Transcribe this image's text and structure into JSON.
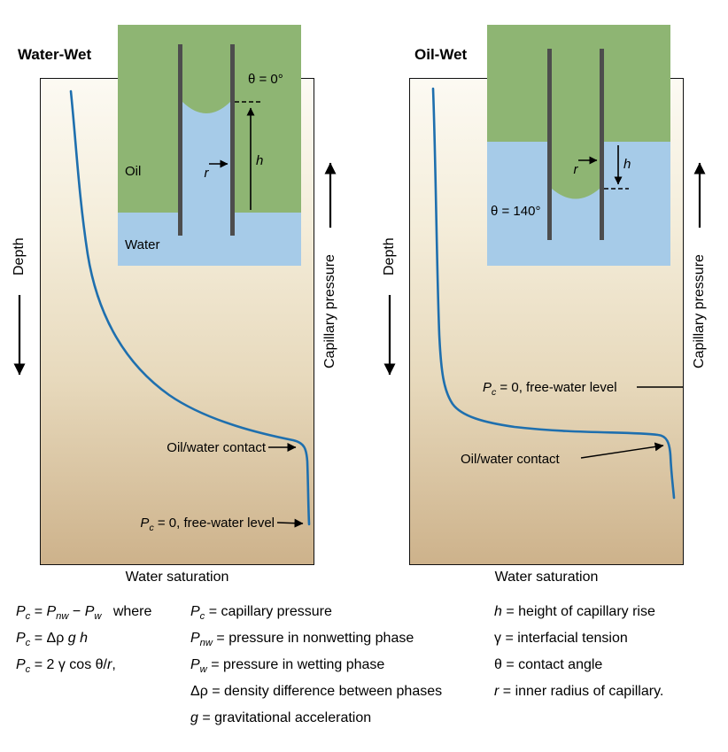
{
  "colors": {
    "oil_green": "#8eb573",
    "water_blue": "#a6cbe8",
    "curve_blue": "#1e6fae",
    "sand_top": "#fcfaf3",
    "sand_mid": "#e7d9bc",
    "sand_bottom": "#cdb28b",
    "tube_gray": "#4d4d4d",
    "ink": "#000000"
  },
  "left_panel": {
    "title": "Water-Wet",
    "depth_axis_label": "Depth",
    "pressure_axis_label": "Capillary pressure",
    "x_axis_label": "Water saturation",
    "owc_label": "Oil/water contact",
    "fwl_label": [
      {
        "t": "P",
        "i": true
      },
      {
        "t": "c",
        "i": true,
        "sub": true
      },
      {
        "t": " = 0, free-water level"
      }
    ],
    "inset": {
      "oil_label": "Oil",
      "water_label": "Water",
      "theta_label": "θ = 0°",
      "r_label": "r",
      "h_label": "h"
    }
  },
  "right_panel": {
    "title": "Oil-Wet",
    "depth_axis_label": "Depth",
    "pressure_axis_label": "Capillary pressure",
    "x_axis_label": "Water saturation",
    "owc_label": "Oil/water contact",
    "fwl_label": [
      {
        "t": "P",
        "i": true
      },
      {
        "t": "c",
        "i": true,
        "sub": true
      },
      {
        "t": " = 0, free-water level"
      }
    ],
    "inset": {
      "theta_label": "θ = 140°",
      "r_label": "r",
      "h_label": "h"
    }
  },
  "equations": {
    "e1": [
      {
        "t": "P",
        "i": true
      },
      {
        "t": "c",
        "i": true,
        "sub": true
      },
      {
        "t": " = "
      },
      {
        "t": "P",
        "i": true
      },
      {
        "t": "nw",
        "i": true,
        "sub": true
      },
      {
        "t": " − "
      },
      {
        "t": "P",
        "i": true
      },
      {
        "t": "w",
        "i": true,
        "sub": true
      },
      {
        "t": "   where"
      }
    ],
    "e2": [
      {
        "t": "P",
        "i": true
      },
      {
        "t": "c",
        "i": true,
        "sub": true
      },
      {
        "t": " = Δρ "
      },
      {
        "t": "g h",
        "i": true
      }
    ],
    "e3": [
      {
        "t": "P",
        "i": true
      },
      {
        "t": "c",
        "i": true,
        "sub": true
      },
      {
        "t": " = 2 γ cos θ/"
      },
      {
        "t": "r",
        "i": true
      },
      {
        "t": ","
      }
    ],
    "d1": [
      {
        "t": "P",
        "i": true
      },
      {
        "t": "c",
        "i": true,
        "sub": true
      },
      {
        "t": " = capillary pressure"
      }
    ],
    "d2": [
      {
        "t": "P",
        "i": true
      },
      {
        "t": "nw",
        "i": true,
        "sub": true
      },
      {
        "t": " = pressure in nonwetting phase"
      }
    ],
    "d3": [
      {
        "t": "P",
        "i": true
      },
      {
        "t": "w",
        "i": true,
        "sub": true
      },
      {
        "t": " = pressure in wetting phase"
      }
    ],
    "d4": [
      {
        "t": "Δρ = density difference between phases"
      }
    ],
    "d5": [
      {
        "t": "g",
        "i": true
      },
      {
        "t": " = gravitational acceleration"
      }
    ],
    "d6": [
      {
        "t": "h",
        "i": true
      },
      {
        "t": " = height of capillary rise"
      }
    ],
    "d7": [
      {
        "t": "γ = interfacial tension"
      }
    ],
    "d8": [
      {
        "t": "θ = contact angle"
      }
    ],
    "d9": [
      {
        "t": "r",
        "i": true
      },
      {
        "t": " = inner radius of capillary."
      }
    ]
  }
}
